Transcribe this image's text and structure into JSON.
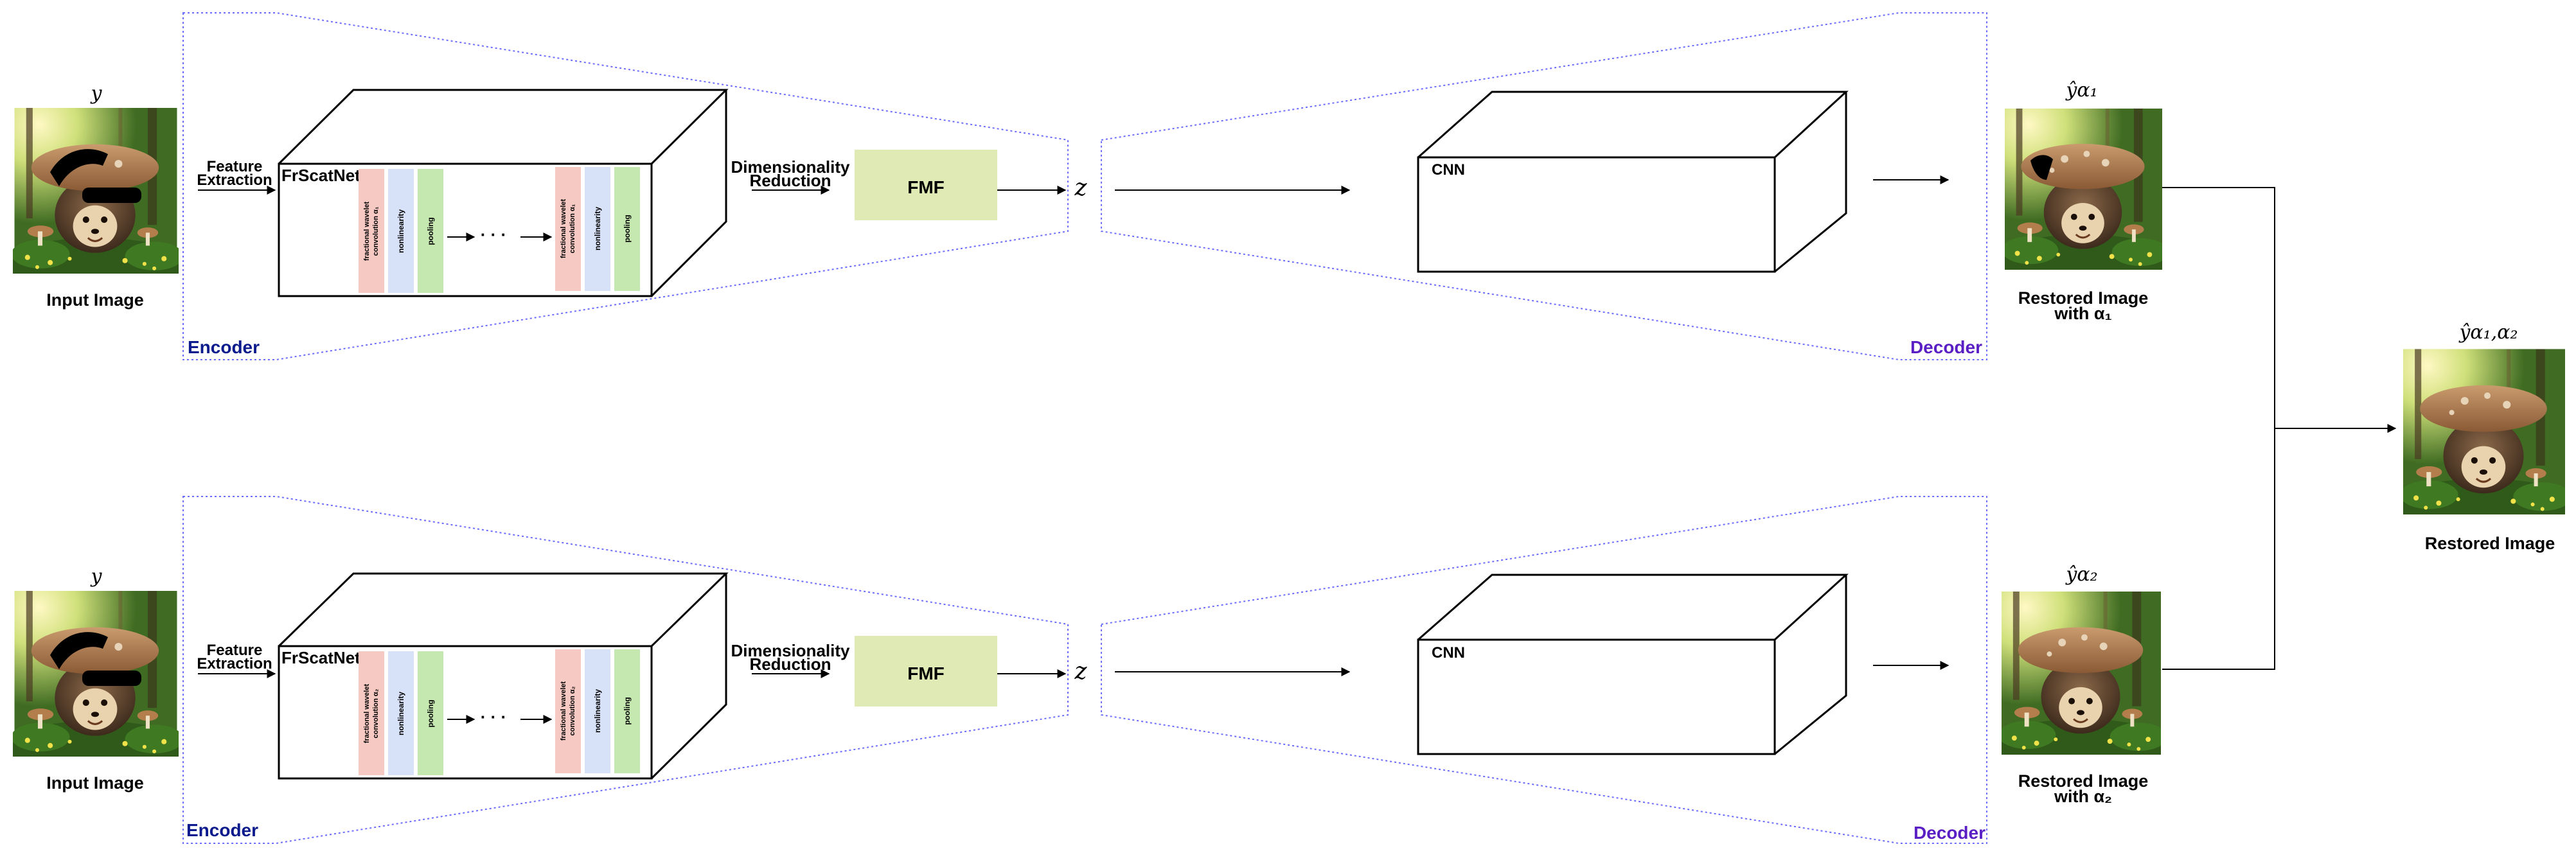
{
  "symbols": {
    "input_y": "y",
    "latent_z": "z",
    "restored_1": "ŷα₁",
    "restored_2": "ŷα₂",
    "restored_combined": "ŷα₁,α₂"
  },
  "branches": [
    {
      "input_caption": "Input Image",
      "feature_extraction_label": [
        "Feature",
        "Extraction"
      ],
      "network_label": "FrScatNet",
      "strip_left": [
        "fractional wavelet",
        "convolution α₁",
        "nonlinearity",
        "pooling"
      ],
      "dots": "· · ·",
      "strip_right": [
        "fractional wavelet",
        "convolution α₁",
        "nonlinearity",
        "pooling"
      ],
      "dimensionality_label": [
        "Dimensionality",
        "Reduction"
      ],
      "fmf_label": "FMF",
      "encoder_label": "Encoder",
      "cnn_label": "CNN",
      "decoder_label": "Decoder",
      "output_caption": [
        "Restored Image",
        "with α₁"
      ]
    },
    {
      "input_caption": "Input Image",
      "feature_extraction_label": [
        "Feature",
        "Extraction"
      ],
      "network_label": "FrScatNet",
      "strip_left": [
        "fractional wavelet",
        "convolution α₂",
        "nonlinearity",
        "pooling"
      ],
      "dots": "· · ·",
      "strip_right": [
        "fractional wavelet",
        "convolution α₂",
        "nonlinearity",
        "pooling"
      ],
      "dimensionality_label": [
        "Dimensionality",
        "Reduction"
      ],
      "fmf_label": "FMF",
      "encoder_label": "Encoder",
      "cnn_label": "CNN",
      "decoder_label": "Decoder",
      "output_caption": [
        "Restored Image",
        "with α₂"
      ]
    }
  ],
  "final_caption": "Restored Image",
  "colors": {
    "encoder_label": "#0b1a8c",
    "decoder_label": "#5a1fc4",
    "dotted_outline": "#6b6bff",
    "fmf_fill": "#dfeab4",
    "strip_conv": "#f7c9c3",
    "strip_nonlin": "#d7e2f8",
    "strip_pool": "#c5e8b0"
  }
}
